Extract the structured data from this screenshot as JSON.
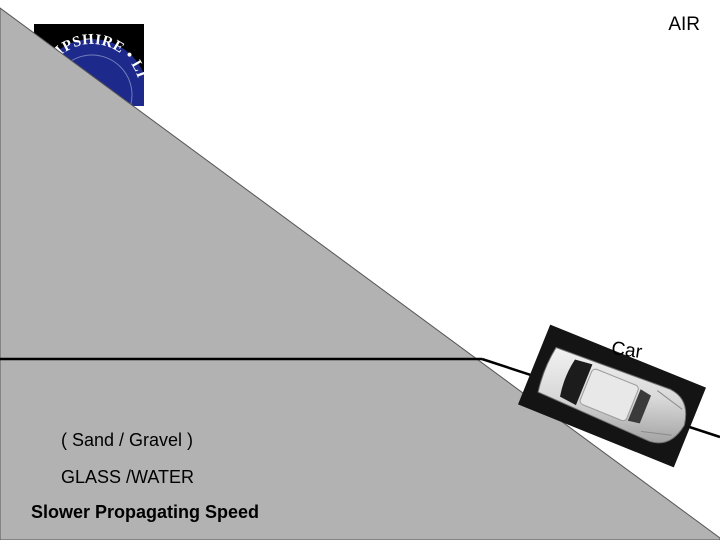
{
  "labels": {
    "air": "AIR",
    "car": "Car",
    "sand_gravel": "( Sand / Gravel )",
    "glass_water": "GLASS /WATER",
    "slower_speed": "Slower Propagating Speed"
  },
  "logo": {
    "text": "HAMPSHIRE • LI"
  },
  "colors": {
    "slow_medium": "#b2b2b2",
    "logo_blue": "#1d2a8c",
    "background": "#ffffff",
    "line": "#000000"
  }
}
